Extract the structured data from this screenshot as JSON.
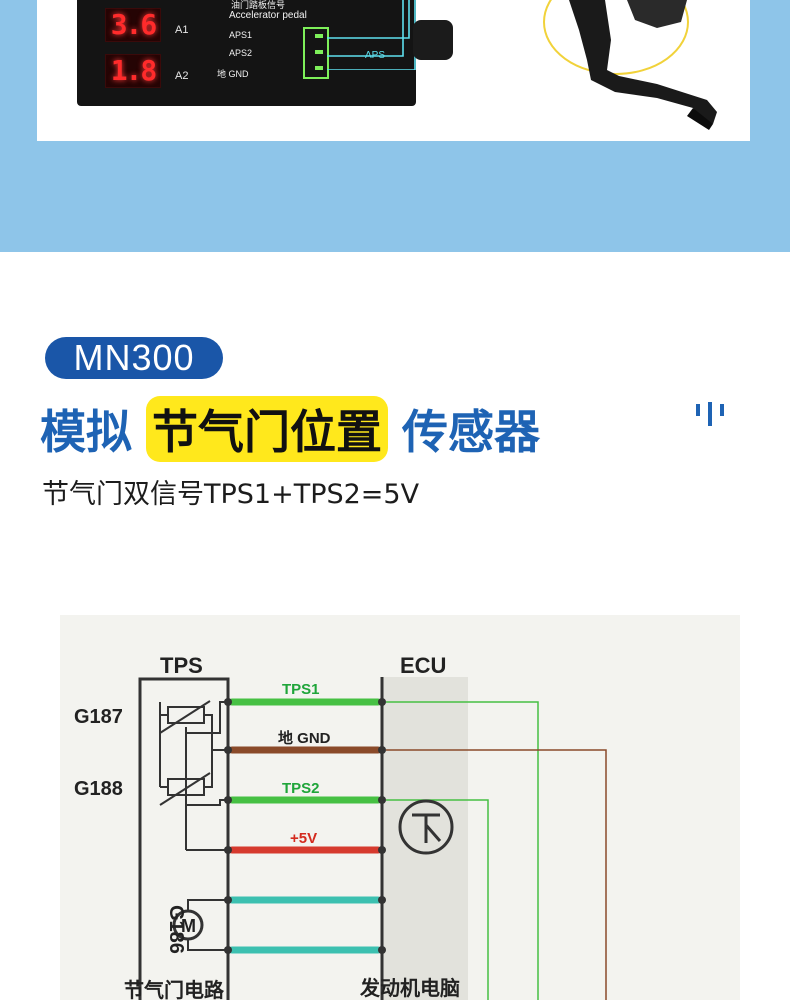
{
  "device": {
    "display_a1": "3.6",
    "display_a2": "1.8",
    "channel_a1": "A1",
    "channel_a2": "A2",
    "pedal_title_cn": "油门踏板信号",
    "pedal_title_en": "Accelerator pedal",
    "pin_aps1": "APS1",
    "pin_aps2": "APS2",
    "pin_gnd": "地 GND",
    "aps_label": "APS"
  },
  "badge": {
    "model": "MN300"
  },
  "headline": {
    "part1": "模拟",
    "highlight": "节气门位置",
    "part2": "传感器",
    "mark": "'I'"
  },
  "subtitle": "节气门双信号TPS1+TPS2=5V",
  "schematic": {
    "tps_label": "TPS",
    "ecu_label": "ECU",
    "g187": "G187",
    "g188": "G188",
    "g186": "G186",
    "motor_letter": "M",
    "wire_tps1": "TPS1",
    "wire_gnd": "地 GND",
    "wire_tps2": "TPS2",
    "wire_5v": "+5V",
    "tps_footer": "节气门电路",
    "ecu_footer": "发动机电脑",
    "colors": {
      "tps1": "#46c043",
      "gnd": "#8a4a2a",
      "tps2": "#46c043",
      "v5": "#d63a2e",
      "motor": "#3cc0b0",
      "text_red": "#d42a1e",
      "text_green": "#1fa53a"
    }
  },
  "colors": {
    "band": "#8ec5e9",
    "pill": "#1a56a8",
    "headline": "#1e63b4",
    "highlight": "#ffe81c",
    "segment": "#ff2b2b"
  }
}
